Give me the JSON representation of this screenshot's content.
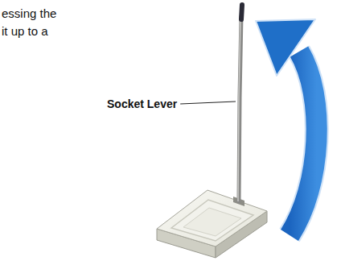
{
  "diagram": {
    "labels": [
      "essing the",
      "it up to a",
      "Socket Lever"
    ]
  }
}
